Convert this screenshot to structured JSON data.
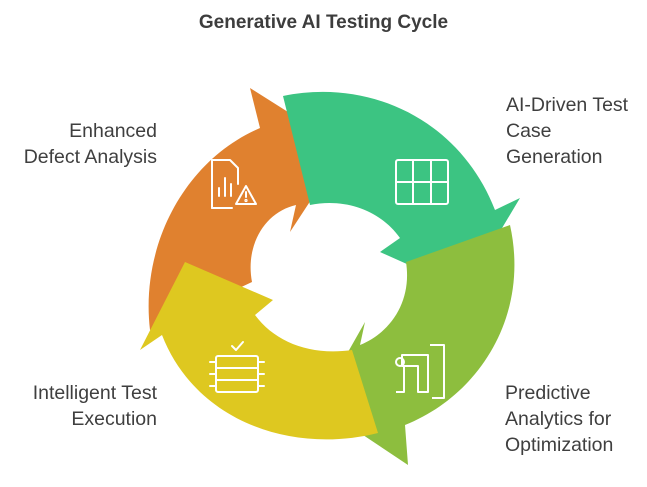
{
  "title": "Generative AI Testing Cycle",
  "colors": {
    "orange": "#E0812F",
    "green": "#3CC482",
    "lime": "#8DBE3E",
    "yellow": "#DEC820",
    "icon_stroke": "#ffffff"
  },
  "stages": [
    {
      "id": "ai-driven-test-case-generation",
      "lines": [
        "AI-Driven Test",
        "Case",
        "Generation"
      ],
      "icon": "grid-table-icon",
      "color": "#3CC482"
    },
    {
      "id": "predictive-analytics",
      "lines": [
        "Predictive",
        "Analytics for",
        "Optimization"
      ],
      "icon": "flow-route-icon",
      "color": "#8DBE3E"
    },
    {
      "id": "intelligent-test-execution",
      "lines": [
        "Intelligent Test",
        "Execution"
      ],
      "icon": "server-check-icon",
      "color": "#DEC820"
    },
    {
      "id": "enhanced-defect-analysis",
      "lines": [
        "Enhanced",
        "Defect Analysis"
      ],
      "icon": "report-warning-icon",
      "color": "#E0812F"
    }
  ]
}
